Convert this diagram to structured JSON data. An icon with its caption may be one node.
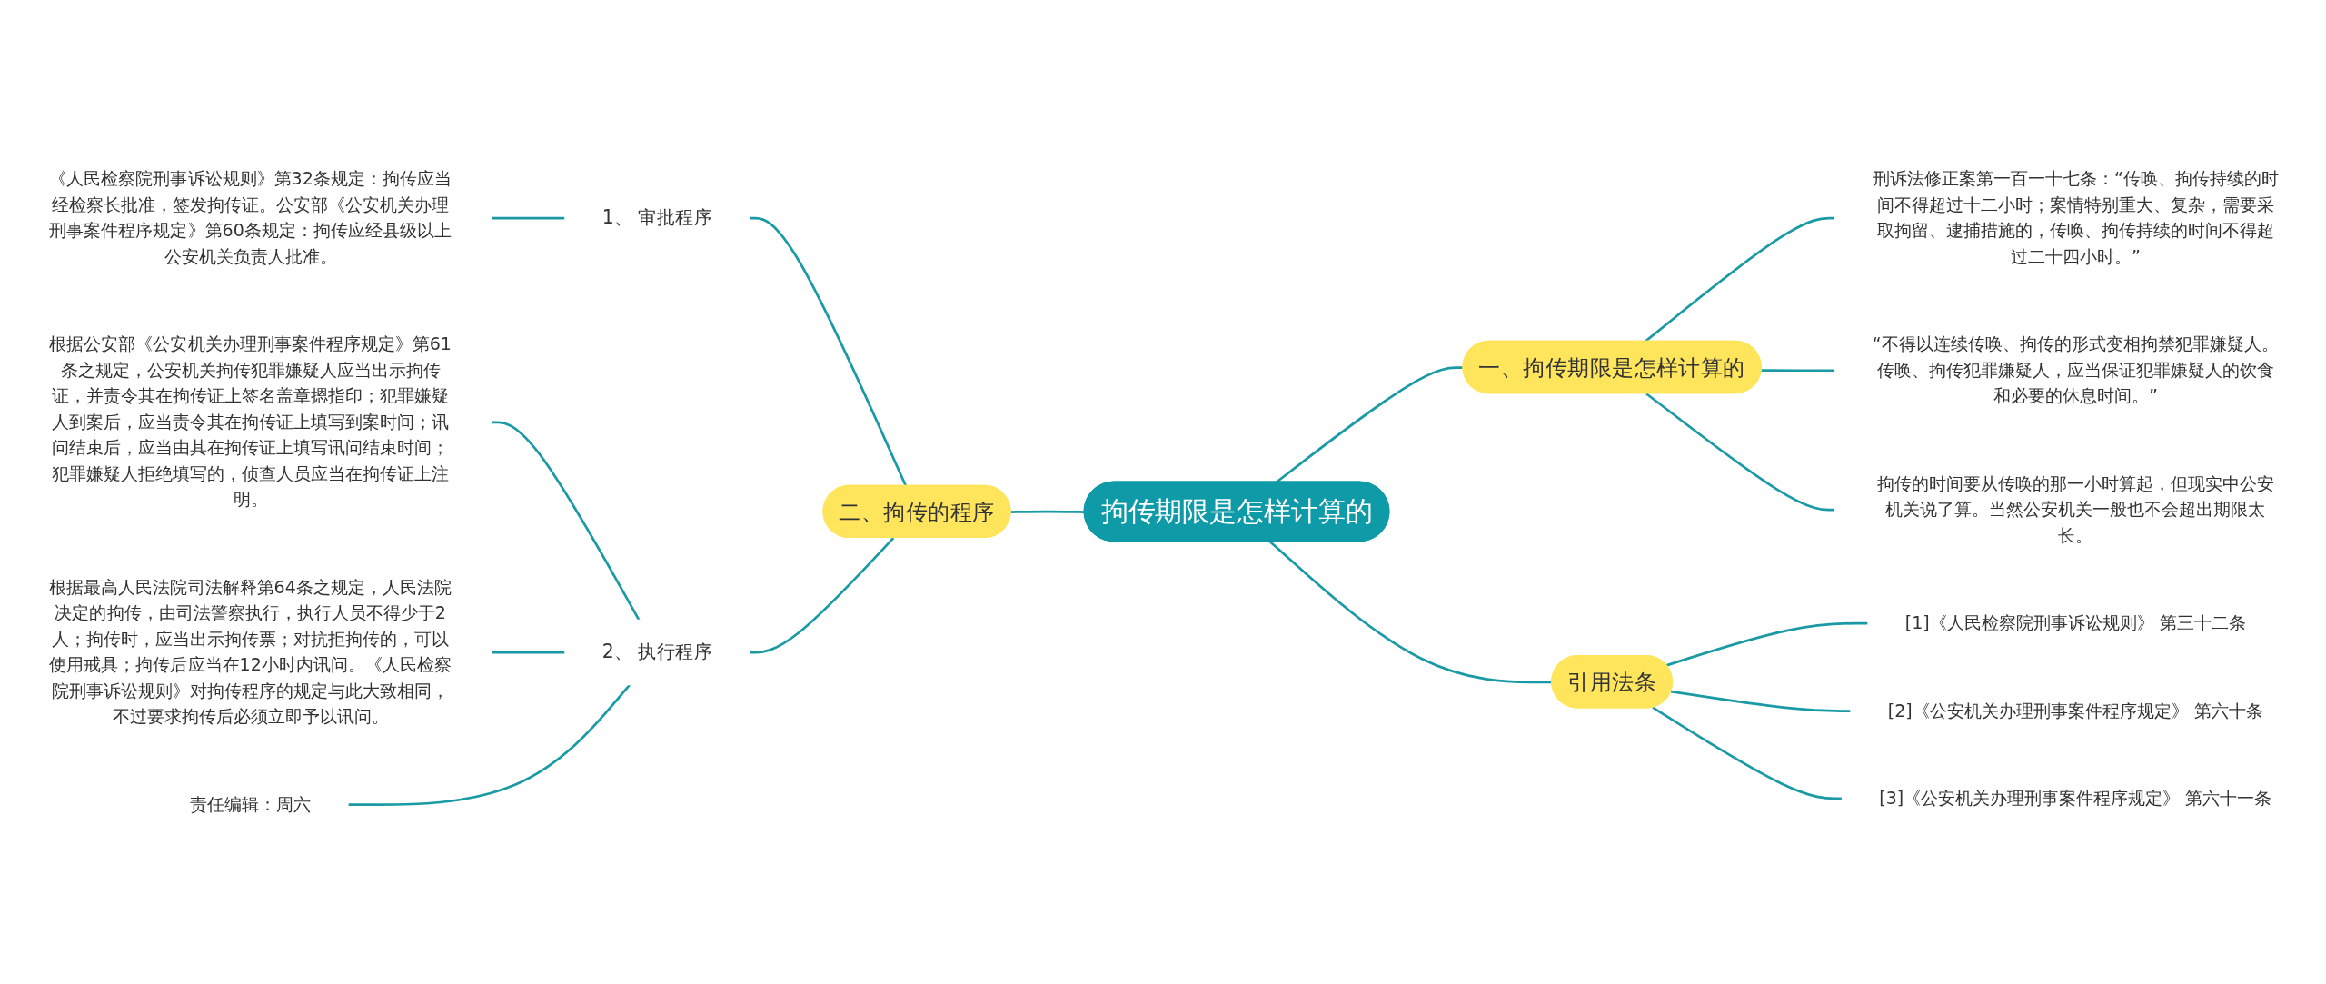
{
  "diagram": {
    "nodes": [
      {
        "text": [
          "拘传期限是怎样计算的"
        ]
      },
      {
        "text": [
          "一、拘传期限是怎样计算的"
        ]
      },
      {
        "text": [
          "刑诉法修正案第一百一十七条：“传唤、拘传持续的时间不得超过十二小时；案情特别重大、复杂，需要采取拘留、逮捕措施的，传唤、拘传持续的时间不得超过二十四小时。”"
        ]
      },
      {
        "text": [
          "“不得以连续传唤、拘传的形式变相拘禁犯罪嫌疑人。传唤、拘传犯罪嫌疑人，应当保证犯罪嫌疑人的饮食和必要的休息时间。”"
        ]
      },
      {
        "text": [
          "拘传的时间要从传唤的那一小时算起，但现实中公安机关说了算。当然公安机关一般也不会超出期限太长。"
        ]
      },
      {
        "text": [
          "引用法条"
        ]
      },
      {
        "text": [
          "[1]《人民检察院刑事诉讼规则》 第三十二条"
        ]
      },
      {
        "text": [
          "[2]《公安机关办理刑事案件程序规定》 第六十条"
        ]
      },
      {
        "text": [
          "[3]《公安机关办理刑事案件程序规定》 第六十一条"
        ]
      },
      {
        "text": [
          "二、拘传的程序"
        ]
      },
      {
        "text": [
          "1、 审批程序"
        ]
      },
      {
        "text": [
          "《人民检察院刑事诉讼规则》第32条规定：拘传应当经检察长批准，签发拘传证。公安部《公安机关办理刑事案件程序规定》第60条规定：拘传应经县级以上公安机关负责人批准。"
        ]
      },
      {
        "text": [
          "2、 执行程序"
        ]
      },
      {
        "text": [
          "根据公安部《公安机关办理刑事案件程序规定》第61条之规定，公安机关拘传犯罪嫌疑人应当出示拘传证，并责令其在拘传证上签名盖章摁指印；犯罪嫌疑人到案后，应当责令其在拘传证上填写到案时间；讯问结束后，应当由其在拘传证上填写讯问结束时间；犯罪嫌疑人拒绝填写的，侦查人员应当在拘传证上注明。"
        ]
      },
      {
        "text": [
          "根据最高人民法院司法解释第64条之规定，人民法院决定的拘传，由司法警察执行，执行人员不得少于2人；拘传时，应当出示拘传票；对抗拒拘传的，可以使用戒具；拘传后应当在12小时内讯问。《人民检察院刑事诉讼规则》对拘传程序的规定与此大致相同，不过要求拘传后必须立即予以讯问。"
        ]
      },
      {
        "text": [
          "责任编辑：周六"
        ]
      }
    ],
    "edges": [
      {
        "from": 0,
        "to": 1,
        "arrow": "none"
      },
      {
        "from": 1,
        "to": 2,
        "arrow": "none"
      },
      {
        "from": 1,
        "to": 3,
        "arrow": "none"
      },
      {
        "from": 1,
        "to": 4,
        "arrow": "none"
      },
      {
        "from": 0,
        "to": 5,
        "arrow": "none"
      },
      {
        "from": 5,
        "to": 6,
        "arrow": "none"
      },
      {
        "from": 5,
        "to": 7,
        "arrow": "none"
      },
      {
        "from": 5,
        "to": 8,
        "arrow": "none"
      },
      {
        "from": 0,
        "to": 9,
        "arrow": "none"
      },
      {
        "from": 9,
        "to": 10,
        "arrow": "none"
      },
      {
        "from": 10,
        "to": 11,
        "arrow": "none"
      },
      {
        "from": 9,
        "to": 12,
        "arrow": "none"
      },
      {
        "from": 12,
        "to": 13,
        "arrow": "none"
      },
      {
        "from": 12,
        "to": 14,
        "arrow": "none"
      },
      {
        "from": 12,
        "to": 15,
        "arrow": "none"
      }
    ]
  }
}
